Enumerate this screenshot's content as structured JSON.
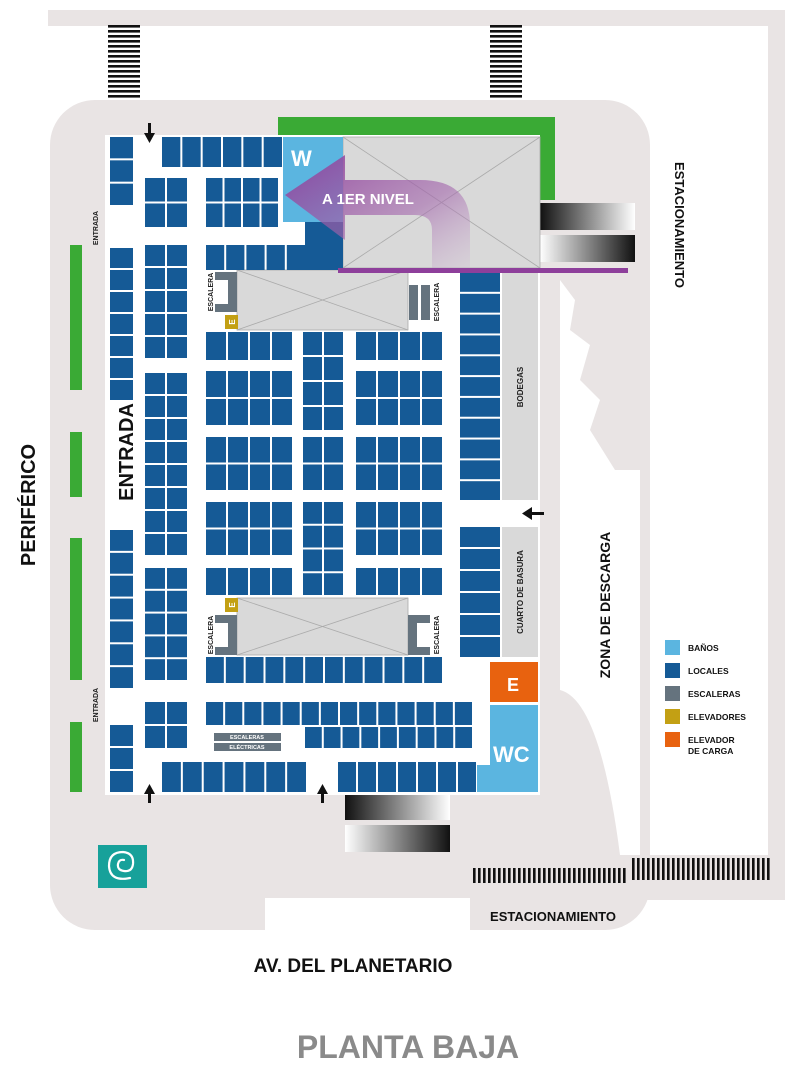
{
  "title": "PLANTA BAJA",
  "streets": {
    "left": "PERIFÉRICO",
    "bottom": "AV. DEL PLANETARIO"
  },
  "areas": {
    "entrada_main": "ENTRADA",
    "entrada_top": "ENTRADA",
    "entrada_bottom": "ENTRADA",
    "parking_right": "ESTACIONAMIENTO",
    "parking_bottom": "ESTACIONAMIENTO",
    "loading_zone": "ZONA DE DESCARGA",
    "warehouses": "BODEGAS",
    "trash_room": "CUARTO DE BASURA",
    "stairs_1": "ESCALERA",
    "stairs_2": "ESCALERA",
    "stairs_3": "ESCALERA",
    "stairs_4": "ESCALERA",
    "escalators_line1": "ESCALERAS",
    "escalators_line2": "ELÉCTRICAS",
    "elevator_1": "E",
    "elevator_2": "E",
    "freight_elevator": "E",
    "wc_top": "W",
    "wc_bottom": "WC",
    "to_first_level": "A 1ER NIVEL"
  },
  "legend": [
    {
      "label": "BAÑOS",
      "color": "#5bb5e0"
    },
    {
      "label": "LOCALES",
      "color": "#155a96"
    },
    {
      "label": "ESCALERAS",
      "color": "#65737e"
    },
    {
      "label": "ELEVADORES",
      "color": "#c3a014"
    },
    {
      "label": "ELEVADOR",
      "label2": "DE CARGA",
      "color": "#e8620f"
    }
  ],
  "colors": {
    "store": "#155a96",
    "restroom": "#5bb5e0",
    "stairs": "#65737e",
    "elevator": "#c3a014",
    "freight": "#e8620f",
    "green": "#3aaa35",
    "road": "#e9e4e4",
    "void": "#d9d9d9",
    "arrow": "#8e3f9b",
    "logo": "#17a19a"
  }
}
